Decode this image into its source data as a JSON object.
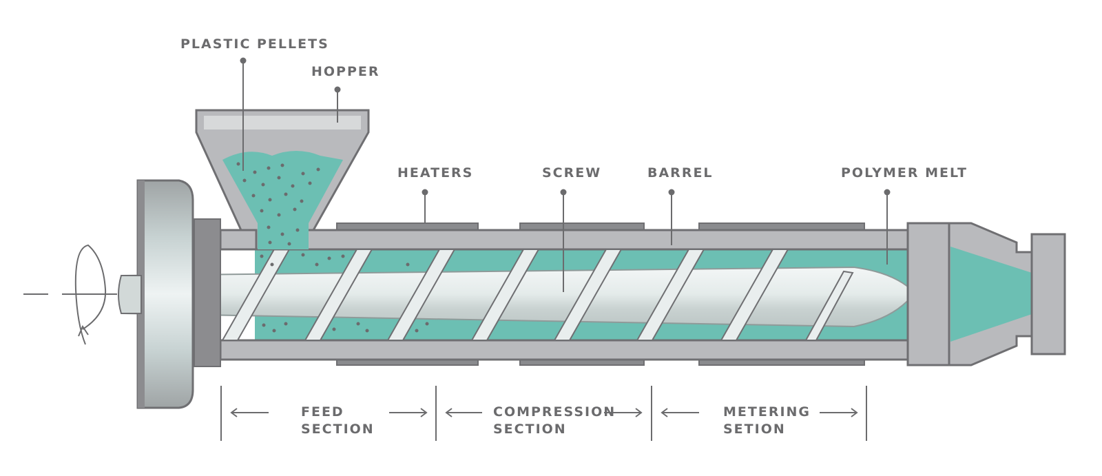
{
  "labels": {
    "plastic_pellets": "PLASTIC PELLETS",
    "hopper": "HOPPER",
    "heaters": "HEATERS",
    "screw": "SCREW",
    "barrel": "BARREL",
    "polymer_melt": "POLYMER MELT"
  },
  "sections": {
    "feed": [
      "FEED",
      "SECTION"
    ],
    "compression": [
      "COMPRESSION",
      "SECTION"
    ],
    "metering": [
      "METERING",
      "SETION"
    ]
  },
  "colors": {
    "melt": "#6cbfb3",
    "metal": "#b9babd",
    "outline": "#6f6f72",
    "text": "#6b6b6d"
  }
}
